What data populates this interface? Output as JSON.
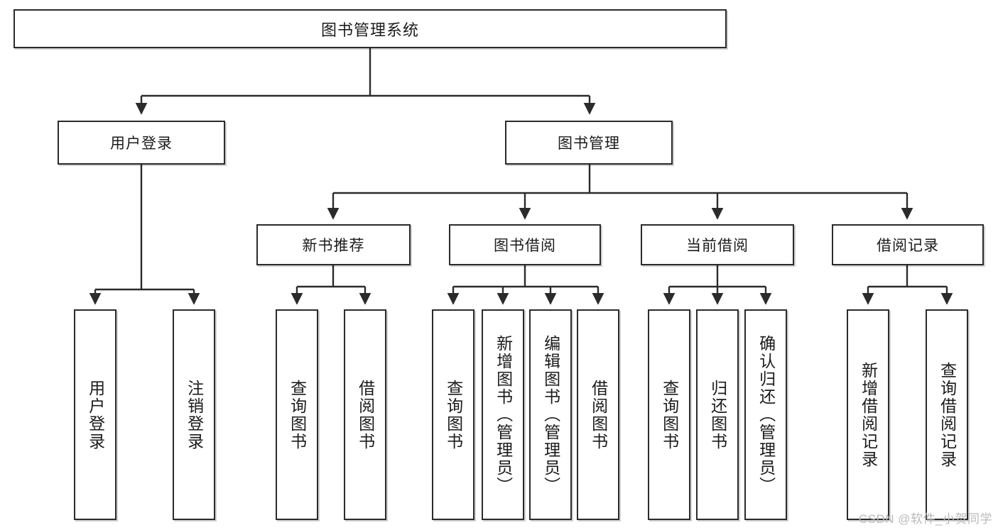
{
  "diagram": {
    "title": "图书管理系统",
    "type": "tree-hierarchy",
    "orientation": "top-down",
    "colors": {
      "box_border": "#2b2b2b",
      "box_fill": "#ffffff",
      "connector": "#2b2b2b",
      "text": "#1b1b1b",
      "watermark": "#b9b9b9"
    }
  },
  "nodes": {
    "root": {
      "label": "图书管理系统",
      "level": 1
    },
    "level2": [
      {
        "id": "user-login",
        "label": "用户登录"
      },
      {
        "id": "book-manage",
        "label": "图书管理"
      }
    ],
    "level3": [
      {
        "id": "new-book-recommend",
        "label": "新书推荐"
      },
      {
        "id": "book-borrow",
        "label": "图书借阅"
      },
      {
        "id": "current-borrow",
        "label": "当前借阅"
      },
      {
        "id": "borrow-record",
        "label": "借阅记录"
      }
    ],
    "leaves": {
      "user_login": [
        {
          "id": "leaf-user-login",
          "label": "用户登录"
        },
        {
          "id": "leaf-logout-login",
          "label": "注销登录"
        }
      ],
      "new_book_recommend": [
        {
          "id": "leaf-query-book-1",
          "label": "查询图书"
        },
        {
          "id": "leaf-borrow-book-1",
          "label": "借阅图书"
        }
      ],
      "book_borrow": [
        {
          "id": "leaf-query-book-2",
          "label": "查询图书"
        },
        {
          "id": "leaf-add-book",
          "label": "新增图书（管理员）"
        },
        {
          "id": "leaf-edit-book",
          "label": "编辑图书（管理员）"
        },
        {
          "id": "leaf-borrow-book-2",
          "label": "借阅图书"
        }
      ],
      "current_borrow": [
        {
          "id": "leaf-query-book-3",
          "label": "查询图书"
        },
        {
          "id": "leaf-return-book",
          "label": "归还图书"
        },
        {
          "id": "leaf-confirm-return",
          "label": "确认归还（管理员）"
        }
      ],
      "borrow_record": [
        {
          "id": "leaf-add-record",
          "label": "新增借阅记录"
        },
        {
          "id": "leaf-query-record",
          "label": "查询借阅记录"
        }
      ]
    }
  },
  "watermark": {
    "text": "CSDN @软件_小贺同学"
  }
}
